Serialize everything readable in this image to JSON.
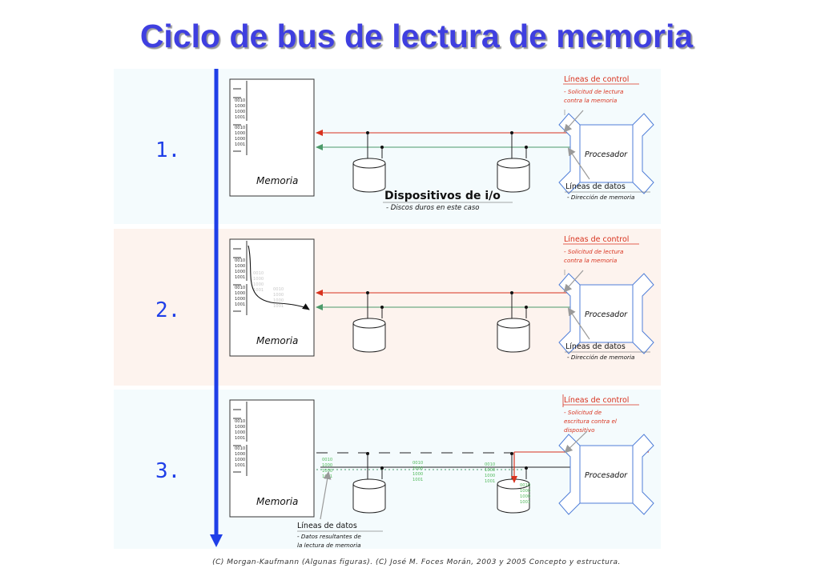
{
  "title": "Ciclo de bus de lectura de memoria",
  "footer": "(C) Morgan-Kaufmann (Algunas figuras). (C) José M. Foces Morán, 2003 y 2005 Concepto y estructura.",
  "memory_label": "Memoria",
  "processor_label": "Procesador",
  "memory_data": [
    "0010",
    "1000",
    "1000",
    "1001"
  ],
  "devices": {
    "title": "Dispositivos de i/o",
    "subtitle": "- Discos duros en este caso"
  },
  "steps": [
    {
      "number": "1.",
      "control_title": "Líneas de control",
      "control_lines": [
        "- Solicitud de lectura",
        "contra la memoria"
      ],
      "data_title": "Líneas de datos",
      "data_lines": [
        "- Dirección de memoria"
      ]
    },
    {
      "number": "2.",
      "control_title": "Líneas de control",
      "control_lines": [
        "- Solicitud de lectura",
        "contra la memoria"
      ],
      "data_title": "Líneas de datos",
      "data_lines": [
        "- Dirección de memoria"
      ]
    },
    {
      "number": "3.",
      "control_title": "Líneas de control",
      "control_lines": [
        "- Solicitud de",
        "escritura contra el",
        "dispositivo"
      ],
      "data_title": "Líneas de datos",
      "data_lines": [
        "- Datos resultantes de",
        "la lectura de memoria"
      ]
    }
  ],
  "colors": {
    "title": "#3f3fe0",
    "timeline": "#1f3fe8",
    "panel1": "#f4fbfd",
    "panel2": "#fdf3ee",
    "panel3": "#f4fbfd",
    "control_red": "#d8321e",
    "data_green": "#4c9a6a",
    "processor_blue": "#4f7ed8",
    "data_packet": "#4fb85a"
  }
}
